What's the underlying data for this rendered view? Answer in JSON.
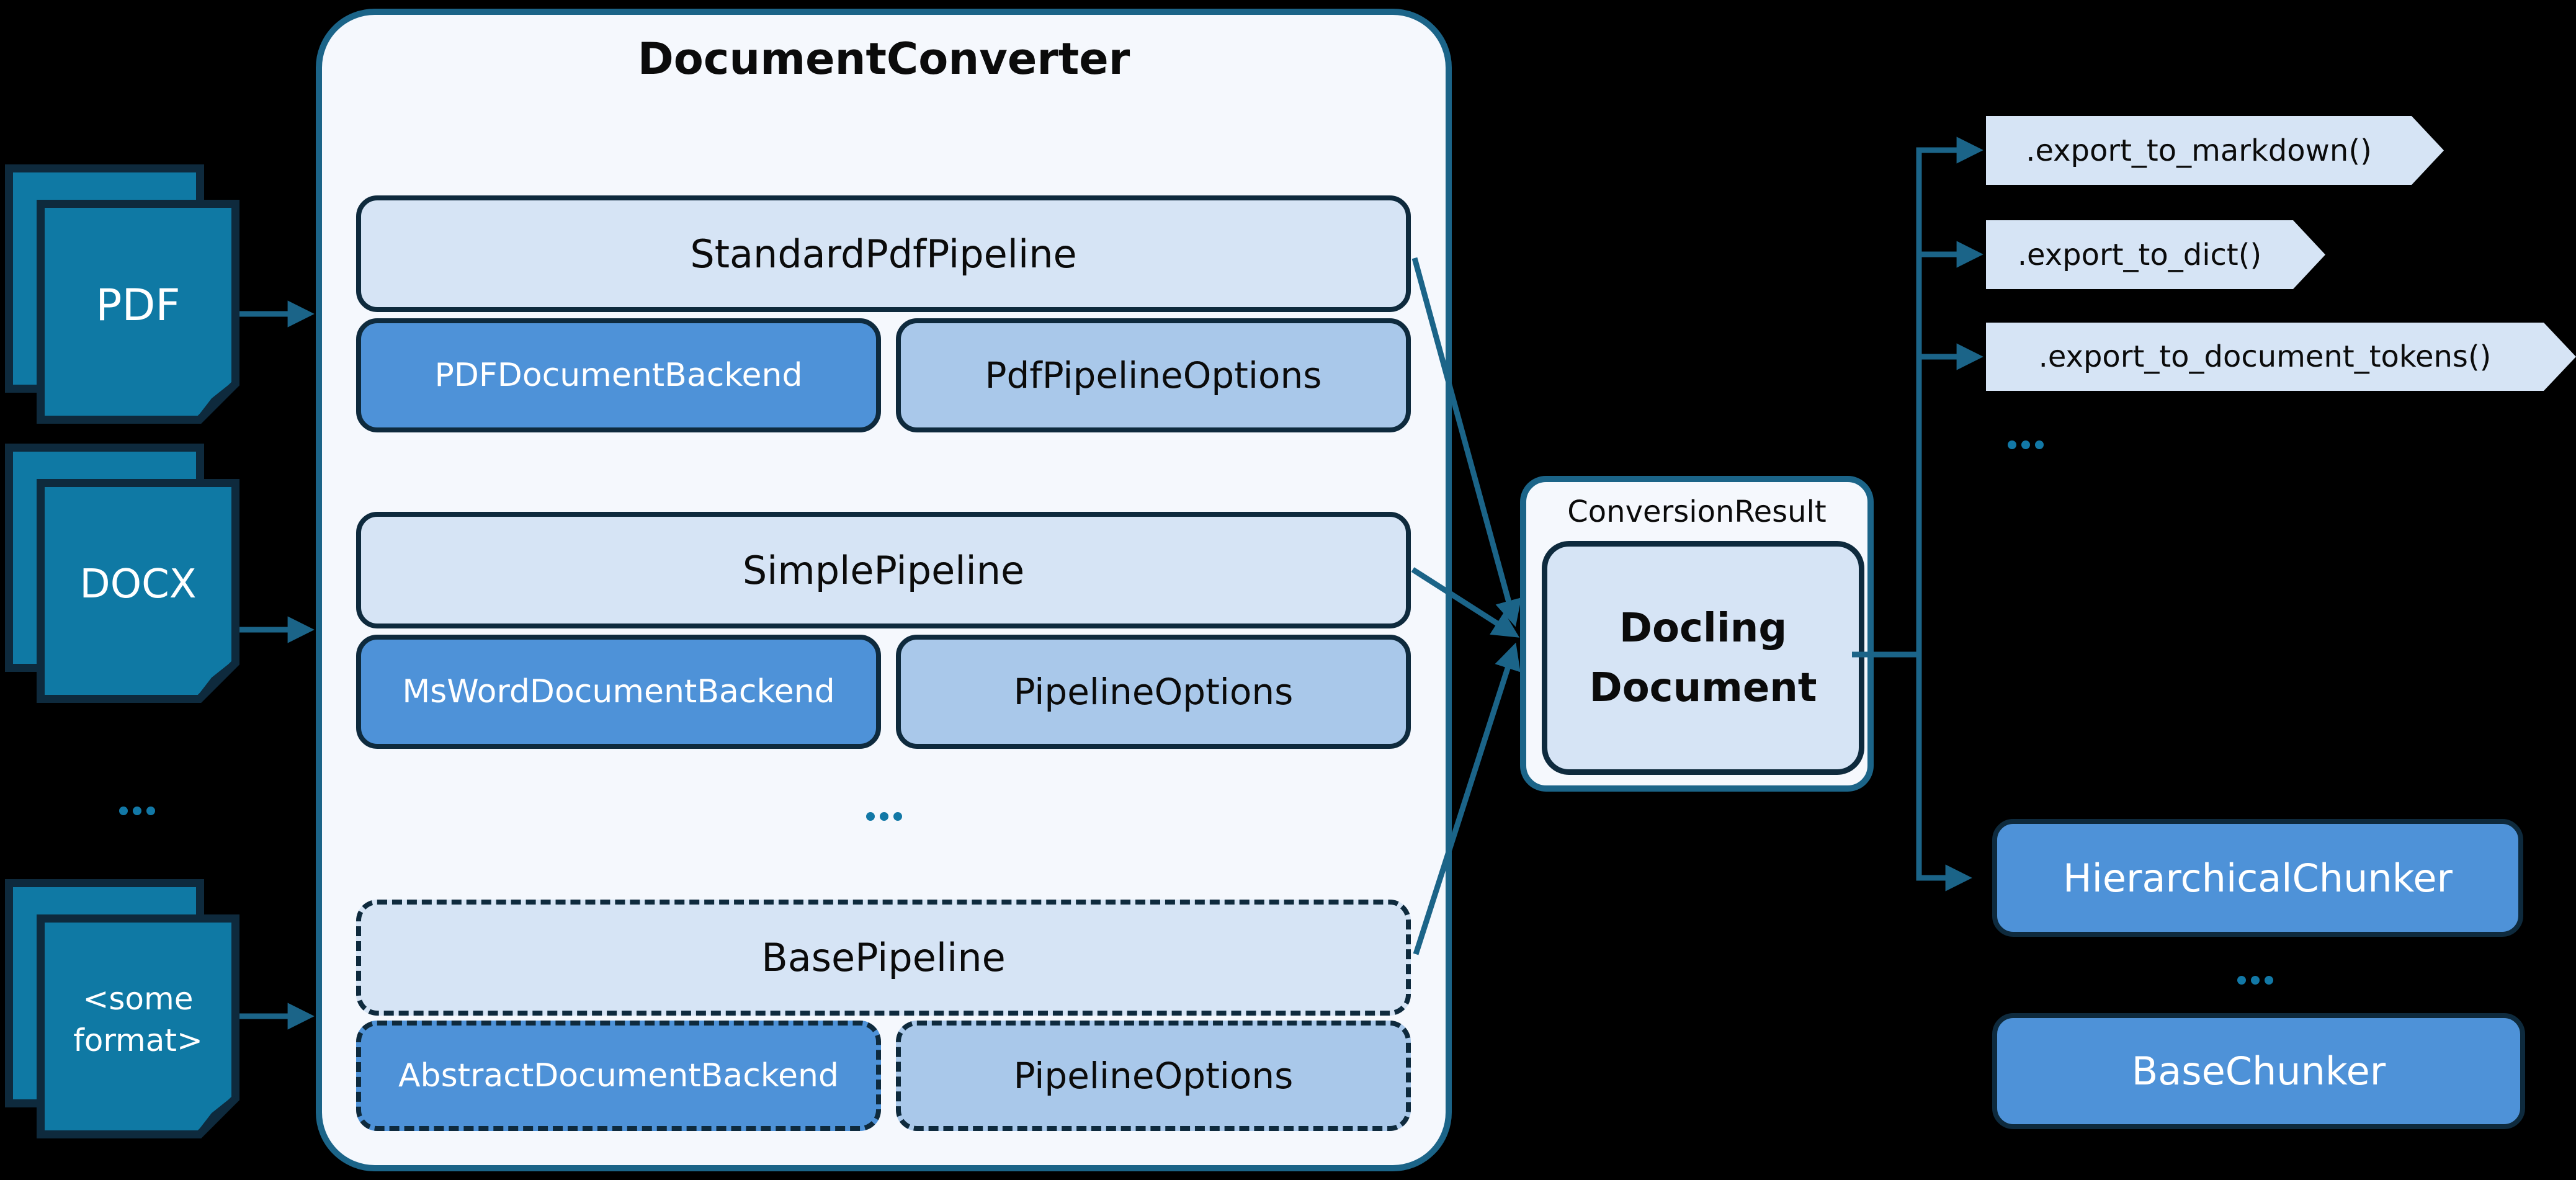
{
  "colors": {
    "background": "#000000",
    "panel_fill": "#F5F8FD",
    "teal_border": "#1B6488",
    "navy_border": "#0E2A3D",
    "pipeline_fill": "#D6E4F5",
    "backend_fill": "#4E92D8",
    "options_fill": "#A9C8EA",
    "doc_icon_fill": "#0F79A4",
    "dot_teal": "#1278A6"
  },
  "converter": {
    "title": "DocumentConverter",
    "rows": [
      {
        "pipeline": "StandardPdfPipeline",
        "backend": "PDFDocumentBackend",
        "options": "PdfPipelineOptions",
        "style": "solid"
      },
      {
        "pipeline": "SimplePipeline",
        "backend": "MsWordDocumentBackend",
        "options": "PipelineOptions",
        "style": "solid"
      },
      {
        "pipeline": "BasePipeline",
        "backend": "AbstractDocumentBackend",
        "options": "PipelineOptions",
        "style": "dashed"
      }
    ],
    "ellipsis": "..."
  },
  "inputs": {
    "items": [
      {
        "label": "PDF",
        "lines": [
          "PDF"
        ]
      },
      {
        "label": "DOCX",
        "lines": [
          "DOCX"
        ]
      },
      {
        "label": "<some format>",
        "lines": [
          "<some",
          "format>"
        ]
      }
    ],
    "ellipsis": "..."
  },
  "result": {
    "label": "ConversionResult",
    "document_lines": [
      "Docling",
      "Document"
    ]
  },
  "exports": {
    "items": [
      ".export_to_markdown()",
      ".export_to_dict()",
      ".export_to_document_tokens()"
    ],
    "ellipsis": "..."
  },
  "chunkers": {
    "items": [
      {
        "label": "HierarchicalChunker",
        "style": "solid"
      },
      {
        "label": "BaseChunker",
        "style": "dashed"
      }
    ],
    "ellipsis": "..."
  }
}
